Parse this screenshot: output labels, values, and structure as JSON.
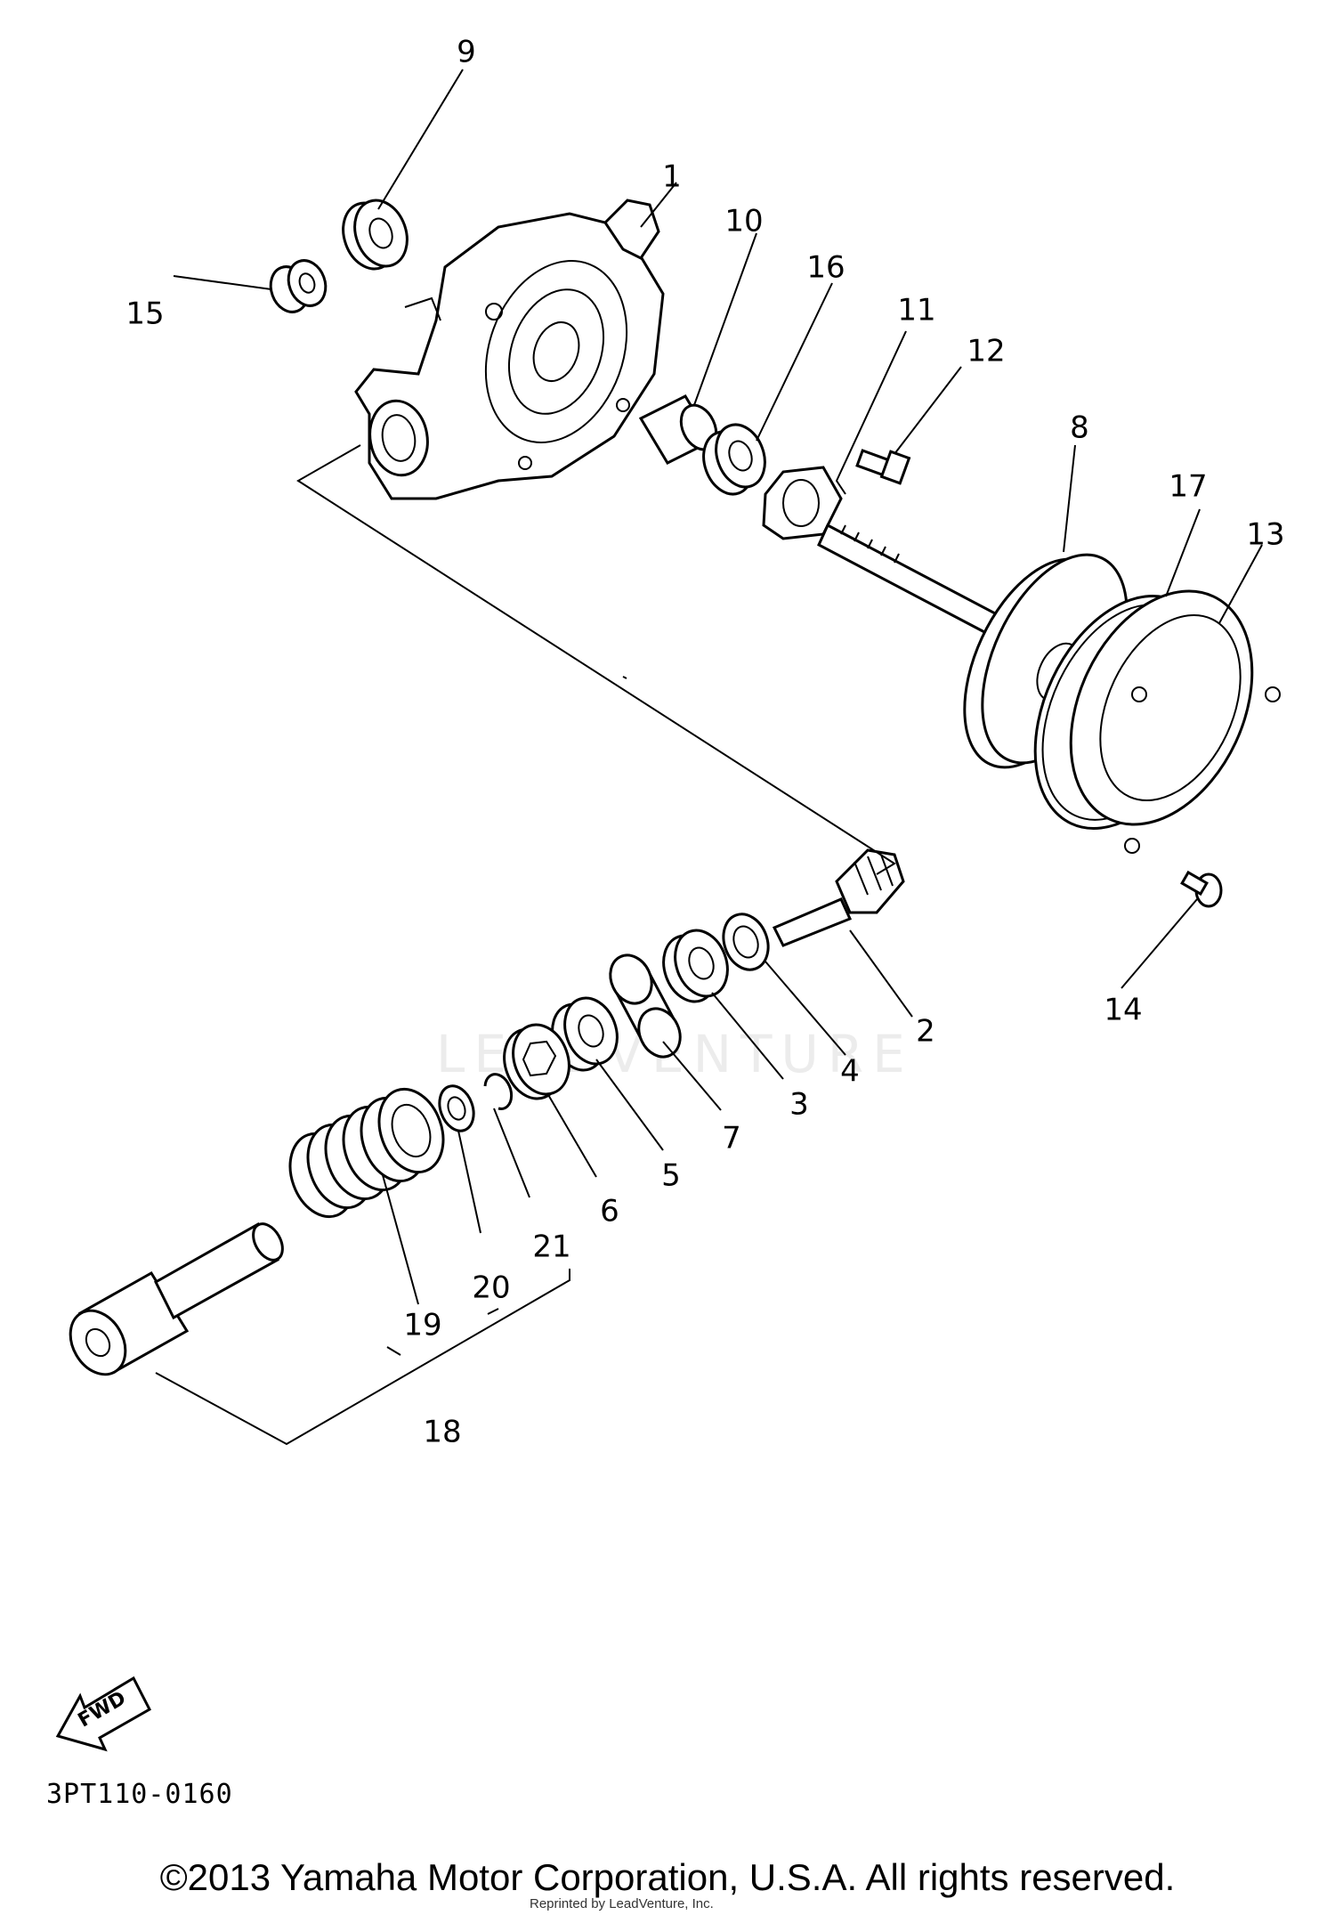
{
  "callouts": {
    "c1": "1",
    "c2": "2",
    "c3": "3",
    "c4": "4",
    "c5": "5",
    "c6": "6",
    "c7": "7",
    "c8": "8",
    "c9": "9",
    "c10": "10",
    "c11": "11",
    "c12": "12",
    "c13": "13",
    "c14": "14",
    "c15": "15",
    "c16": "16",
    "c17": "17",
    "c18": "18",
    "c19": "19",
    "c20a": "20",
    "c20b": "20",
    "c21": "21"
  },
  "fwd_label": "FWD",
  "watermark": "LEADVENTURE",
  "diagram_code": "3PT110-0160",
  "copyright": "©2013 Yamaha Motor Corporation, U.S.A. All rights reserved.",
  "reprint_note": "Reprinted by LeadVenture, Inc."
}
